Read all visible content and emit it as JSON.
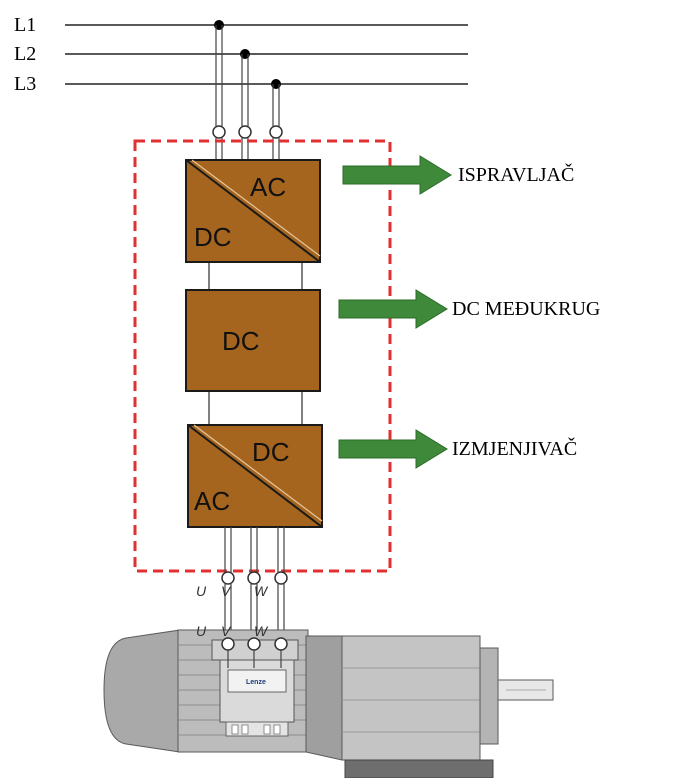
{
  "supply_lines": [
    "L1",
    "L2",
    "L3"
  ],
  "blocks": {
    "rectifier": {
      "top_label": "AC",
      "bottom_label": "DC"
    },
    "dc_link": {
      "label": "DC"
    },
    "inverter": {
      "top_label": "DC",
      "bottom_label": "AC"
    }
  },
  "side_labels": {
    "rectifier": "ISPRAVLJAČ",
    "dc_link": "DC MEĐUKRUG",
    "inverter": "IZMJENJIVAČ"
  },
  "output_terminals": [
    "U",
    "V",
    "W"
  ],
  "motor_terminals": [
    "U",
    "V",
    "W"
  ],
  "motor_brand": "Lenze",
  "colors": {
    "block_fill": "#a5651f",
    "block_stroke": "#1a1a1a",
    "arrow_fill": "#3e8a3a",
    "dashed_border": "#e03030",
    "motor_body": "#b9b9b9",
    "motor_dark": "#8e8e8e"
  }
}
